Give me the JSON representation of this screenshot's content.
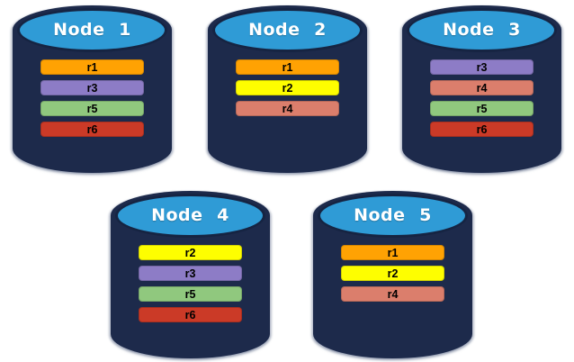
{
  "colors": {
    "background": "#ffffff",
    "cylinder_body": "#1D2A4B",
    "cylinder_top_fill": "#2F9BD6",
    "cylinder_top_border": "#162442",
    "title_text": "#ffffff",
    "bar_text": "#000000"
  },
  "region_colors": {
    "r1": "#FFA203",
    "r2": "#FEFE00",
    "r3": "#8D7CC6",
    "r4": "#DB7E6C",
    "r5": "#90C87E",
    "r6": "#CB3A27"
  },
  "nodes": [
    {
      "label": "Node 1",
      "regions": [
        "r1",
        "r3",
        "r5",
        "r6"
      ]
    },
    {
      "label": "Node 2",
      "regions": [
        "r1",
        "r2",
        "r4"
      ]
    },
    {
      "label": "Node 3",
      "regions": [
        "r3",
        "r4",
        "r5",
        "r6"
      ]
    },
    {
      "label": "Node 4",
      "regions": [
        "r2",
        "r3",
        "r5",
        "r6"
      ]
    },
    {
      "label": "Node 5",
      "regions": [
        "r1",
        "r2",
        "r4"
      ]
    }
  ]
}
